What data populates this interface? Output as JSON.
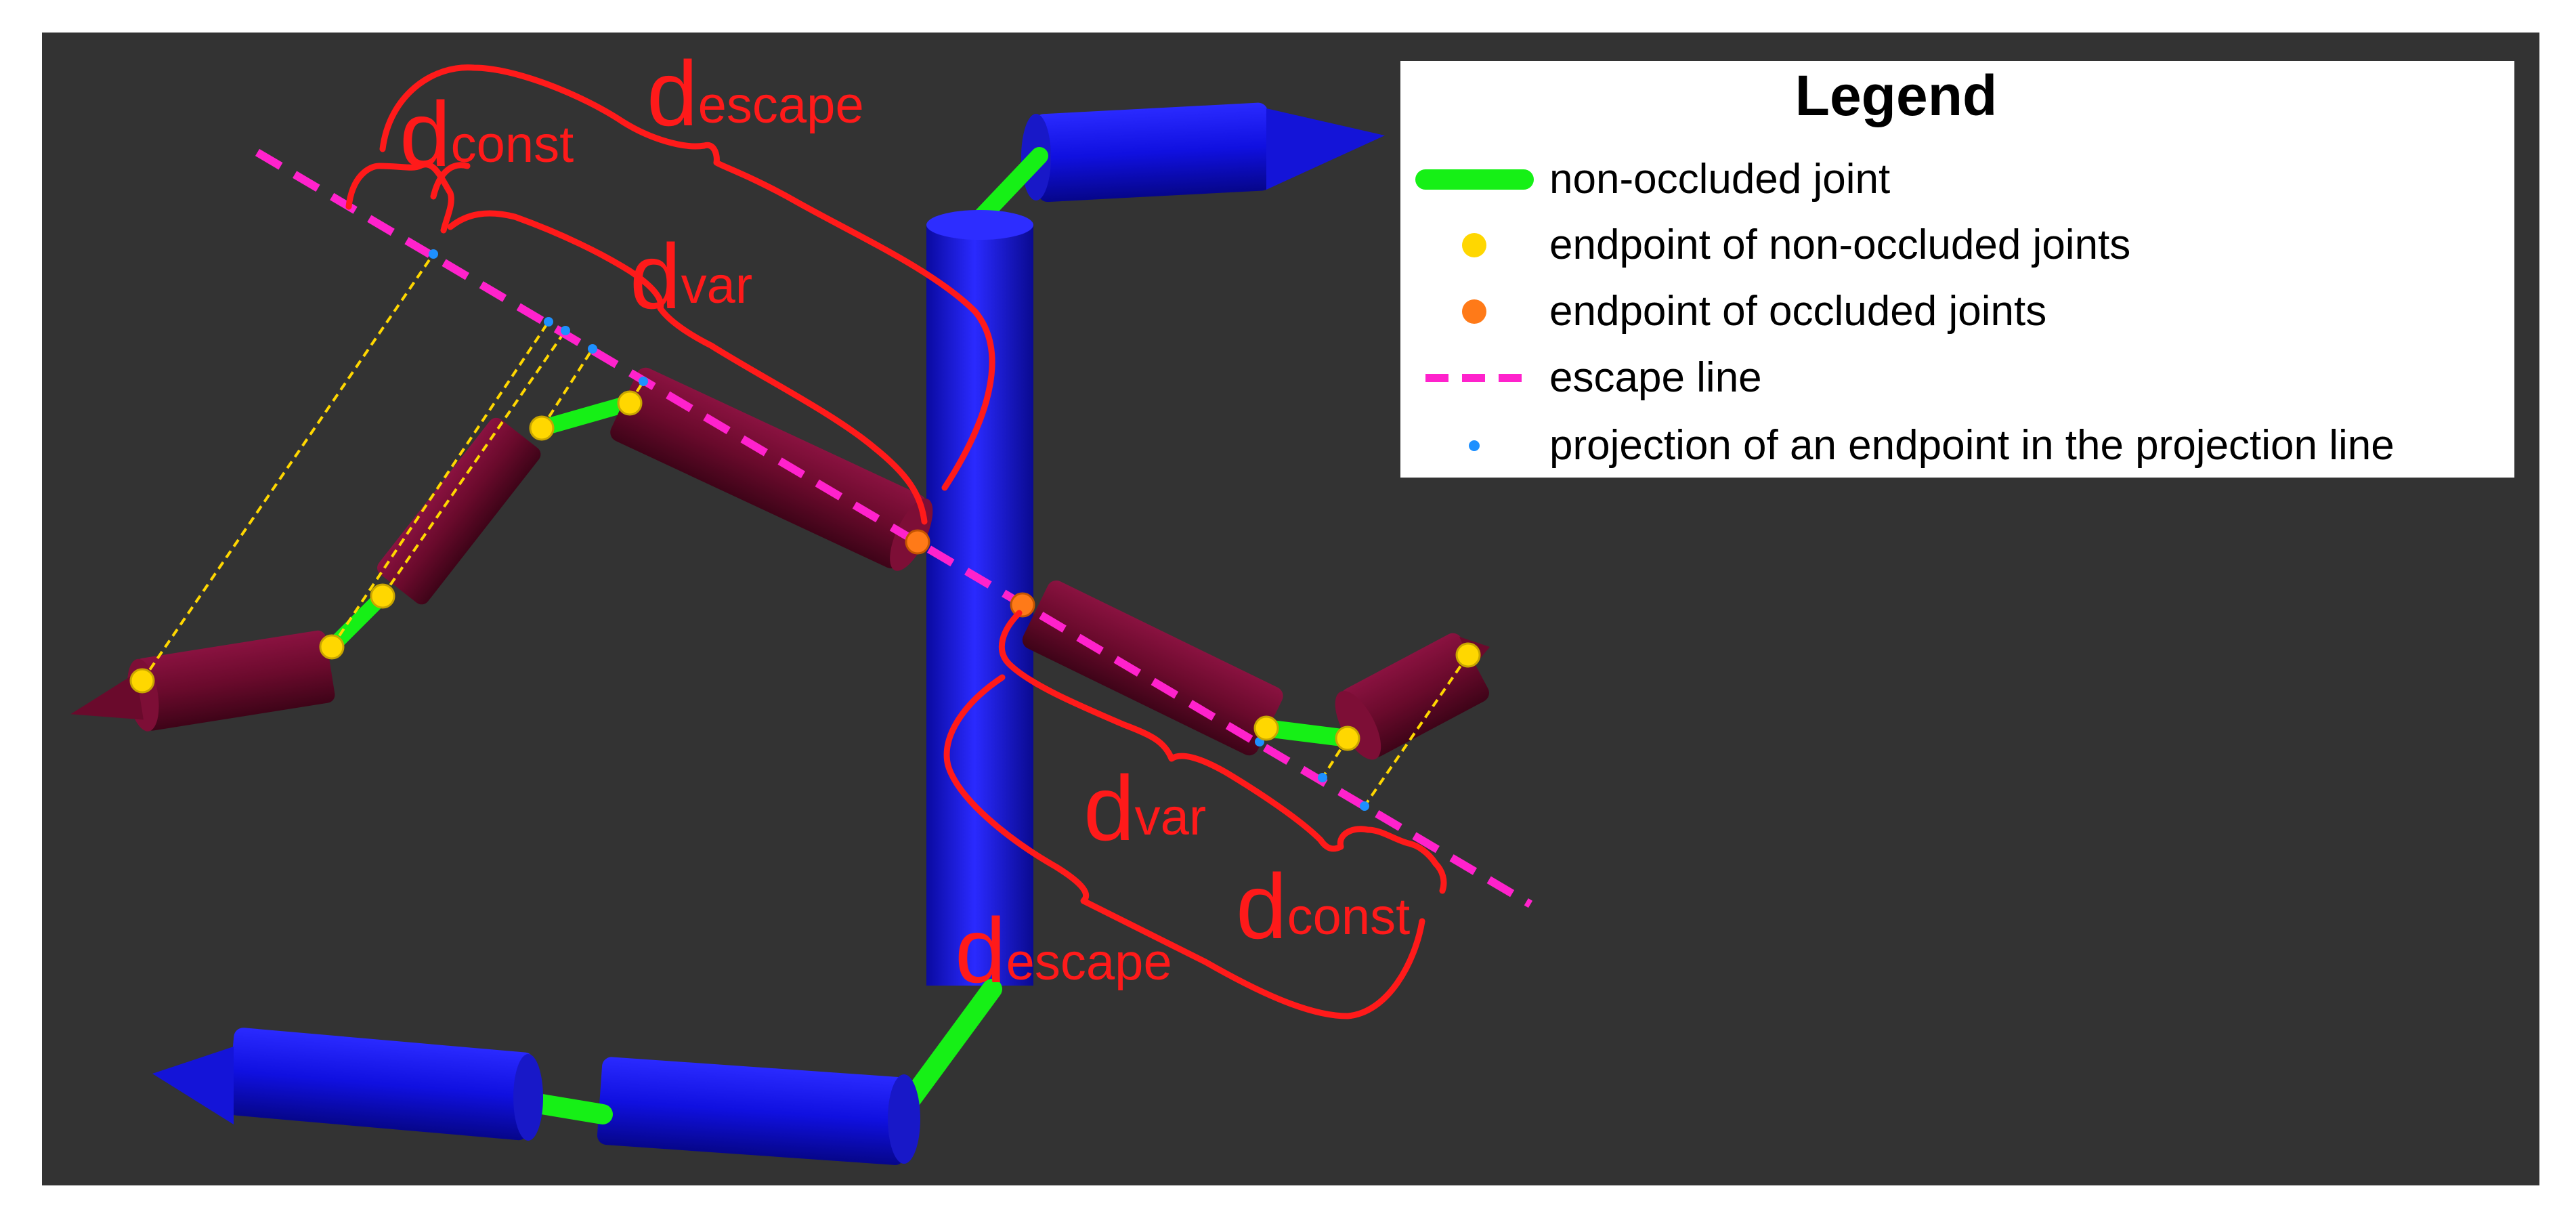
{
  "colors": {
    "background": "#333333",
    "frame": "#ffffff",
    "rod_blue": "#1010e6",
    "rod_maroon": "#6e0a2a",
    "joint_green": "#16f016",
    "endpoint_yellow": "#ffd700",
    "endpoint_orange": "#ff7a18",
    "escape_line": "#ff22cc",
    "projection_dot": "#1e90ff",
    "annotation_red": "#ff1a1a",
    "projection_link": "#ffd700"
  },
  "annotations": {
    "d": "d",
    "escape": "escape",
    "const": "const",
    "var": "var"
  },
  "legend": {
    "title": "Legend",
    "items": [
      {
        "symbol": "green-line",
        "label": "non-occluded joint"
      },
      {
        "symbol": "yellow-dot",
        "label": "endpoint of non-occluded joints"
      },
      {
        "symbol": "orange-dot",
        "label": "endpoint of occluded joints"
      },
      {
        "symbol": "magenta-dashed-line",
        "label": "escape line"
      },
      {
        "symbol": "blue-dot",
        "label": "projection of an endpoint in the projection line"
      }
    ]
  }
}
